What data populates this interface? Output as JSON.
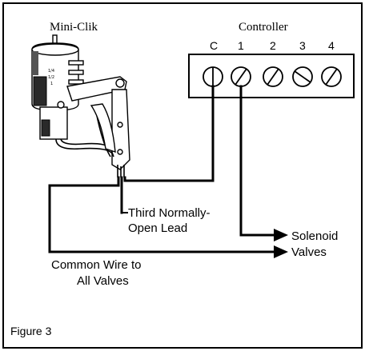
{
  "figure": {
    "caption": "Figure 3"
  },
  "device": {
    "label": "Mini-Clik",
    "face_text": [
      "1/4",
      "1/2",
      "1"
    ]
  },
  "controller": {
    "label": "Controller",
    "terminals": [
      {
        "label": "C",
        "screw": "vertical"
      },
      {
        "label": "1",
        "screw": "slash"
      },
      {
        "label": "2",
        "screw": "slash"
      },
      {
        "label": "3",
        "screw": "backslash"
      },
      {
        "label": "4",
        "screw": "slash"
      }
    ]
  },
  "callouts": {
    "third_lead": [
      "Third Normally-",
      "Open Lead"
    ],
    "solenoid": [
      "Solenoid",
      "Valves"
    ],
    "common": [
      "Common Wire to",
      "All Valves"
    ]
  }
}
